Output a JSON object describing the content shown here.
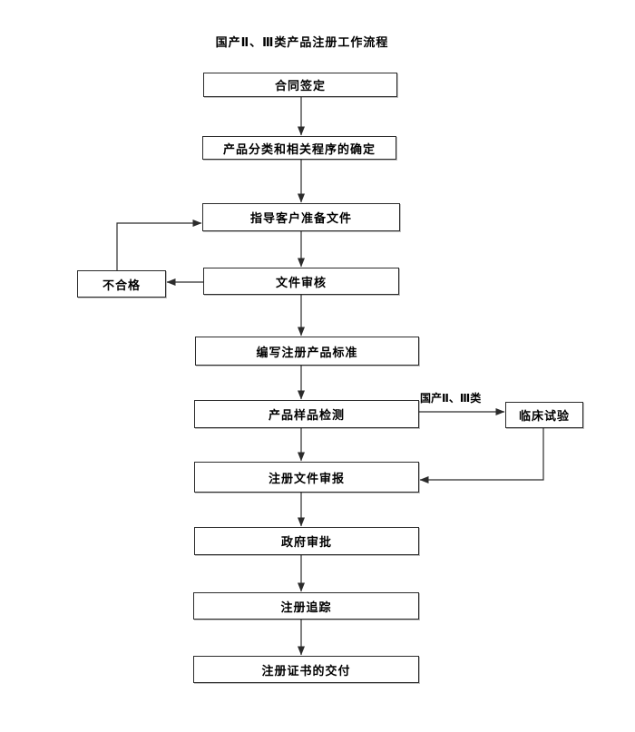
{
  "title": "国产Ⅱ、Ⅲ类产品注册工作流程",
  "flow": {
    "nodes": {
      "contract": {
        "label": "合同签定"
      },
      "classification": {
        "label": "产品分类和相关程序的确定"
      },
      "guide_docs": {
        "label": "指导客户准备文件"
      },
      "doc_review": {
        "label": "文件审核"
      },
      "unqualified": {
        "label": "不合格"
      },
      "write_standard": {
        "label": "编写注册产品标准"
      },
      "sample_test": {
        "label": "产品样品检测"
      },
      "clinical_trial": {
        "label": "临床试验"
      },
      "registration_submission": {
        "label": "注册文件审报"
      },
      "gov_approval": {
        "label": "政府审批"
      },
      "registration_tracking": {
        "label": "注册追踪"
      },
      "certificate_delivery": {
        "label": "注册证书的交付"
      }
    },
    "branch_label": "国产Ⅱ、Ⅲ类"
  },
  "colors": {
    "background": "#ffffff",
    "line": "#2b2b2b",
    "text": "#000000"
  }
}
